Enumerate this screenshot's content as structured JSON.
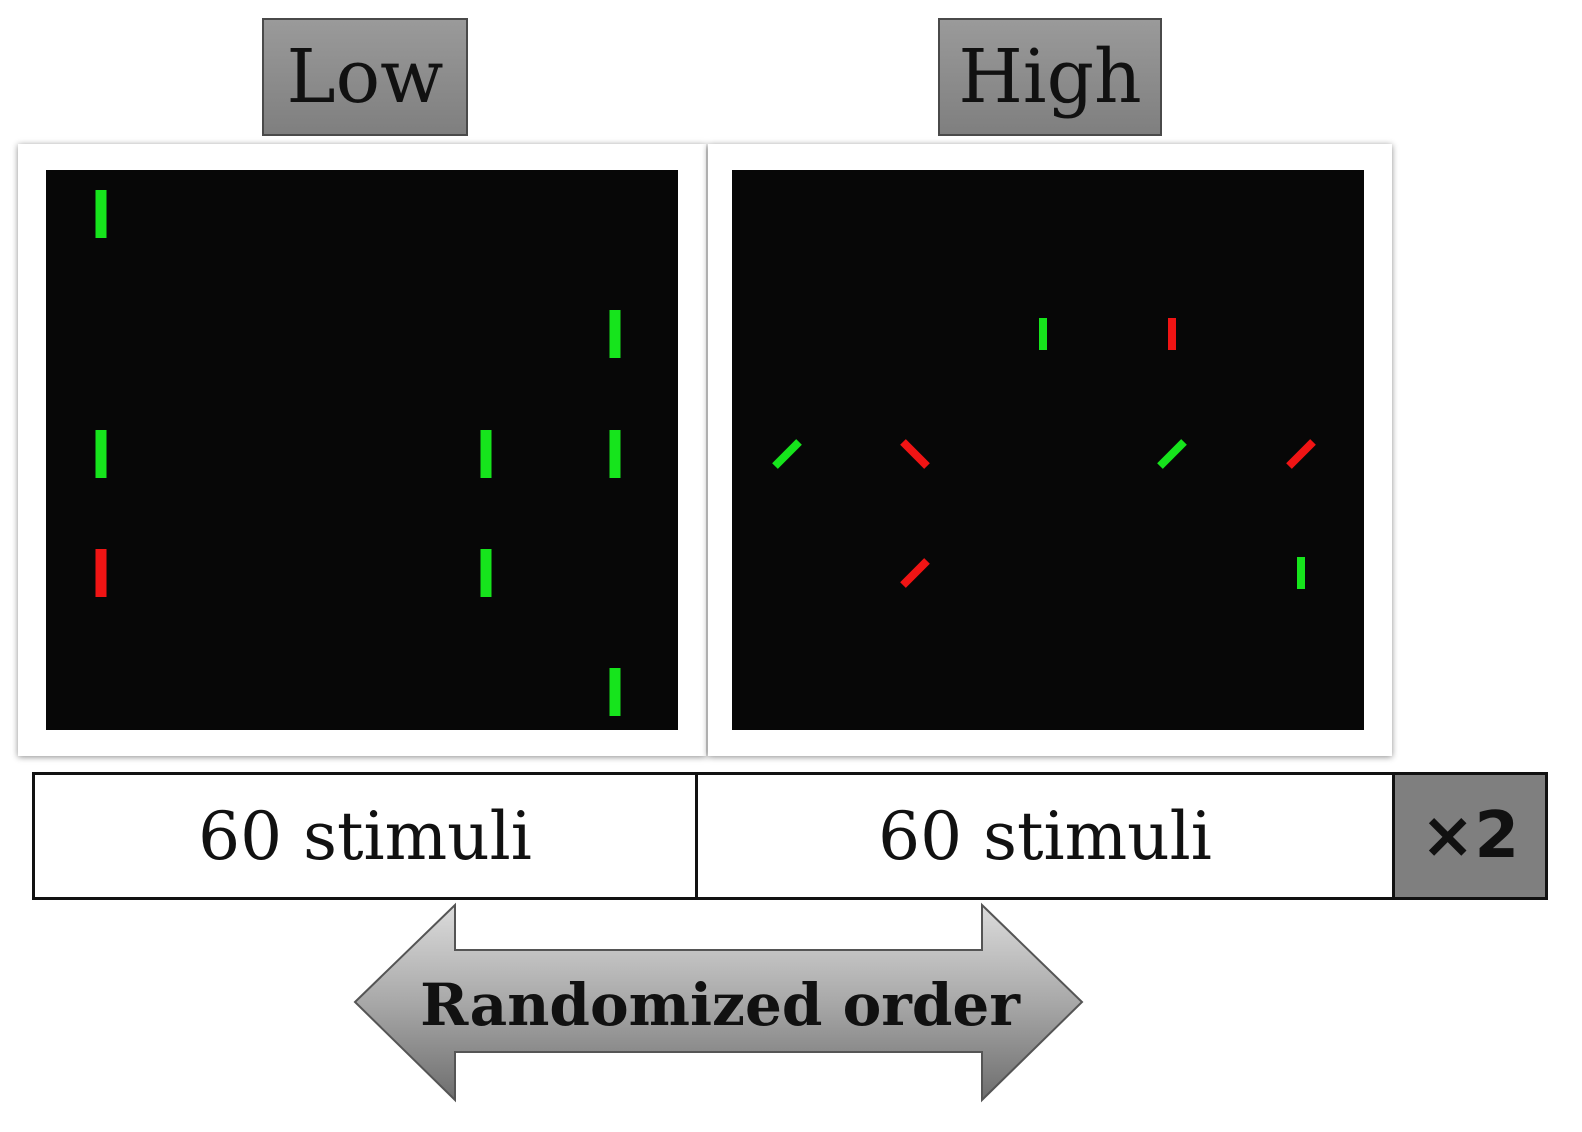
{
  "conditions": {
    "low": {
      "label": "Low",
      "stimuli": [
        {
          "color": "green",
          "orientation": "vertical",
          "col": 0,
          "row": 0
        },
        {
          "color": "green",
          "orientation": "vertical",
          "col": 4,
          "row": 1
        },
        {
          "color": "green",
          "orientation": "vertical",
          "col": 0,
          "row": 2
        },
        {
          "color": "green",
          "orientation": "vertical",
          "col": 3,
          "row": 2
        },
        {
          "color": "green",
          "orientation": "vertical",
          "col": 4,
          "row": 2
        },
        {
          "color": "red",
          "orientation": "vertical",
          "col": 0,
          "row": 3
        },
        {
          "color": "green",
          "orientation": "vertical",
          "col": 3,
          "row": 3
        },
        {
          "color": "green",
          "orientation": "vertical",
          "col": 4,
          "row": 4
        }
      ]
    },
    "high": {
      "label": "High",
      "stimuli": [
        {
          "color": "green",
          "orientation": "vertical",
          "col": 2,
          "row": 1
        },
        {
          "color": "red",
          "orientation": "vertical",
          "col": 3,
          "row": 1
        },
        {
          "color": "green",
          "orientation": "right-tilt",
          "col": 0,
          "row": 2
        },
        {
          "color": "red",
          "orientation": "left-tilt",
          "col": 1,
          "row": 2
        },
        {
          "color": "green",
          "orientation": "right-tilt",
          "col": 3,
          "row": 2
        },
        {
          "color": "red",
          "orientation": "right-tilt",
          "col": 4,
          "row": 2
        },
        {
          "color": "red",
          "orientation": "right-tilt",
          "col": 1,
          "row": 3
        },
        {
          "color": "green",
          "orientation": "vertical",
          "col": 4,
          "row": 3
        }
      ]
    }
  },
  "stimulus_bar": {
    "low_count": "60 stimuli",
    "high_count": "60 stimuli",
    "repeat": "×2"
  },
  "arrow": {
    "label": "Randomized order"
  },
  "colors": {
    "green": "#16e41c",
    "red": "#f01414",
    "screen": "#070707",
    "label_box": "#8c8c8c"
  }
}
